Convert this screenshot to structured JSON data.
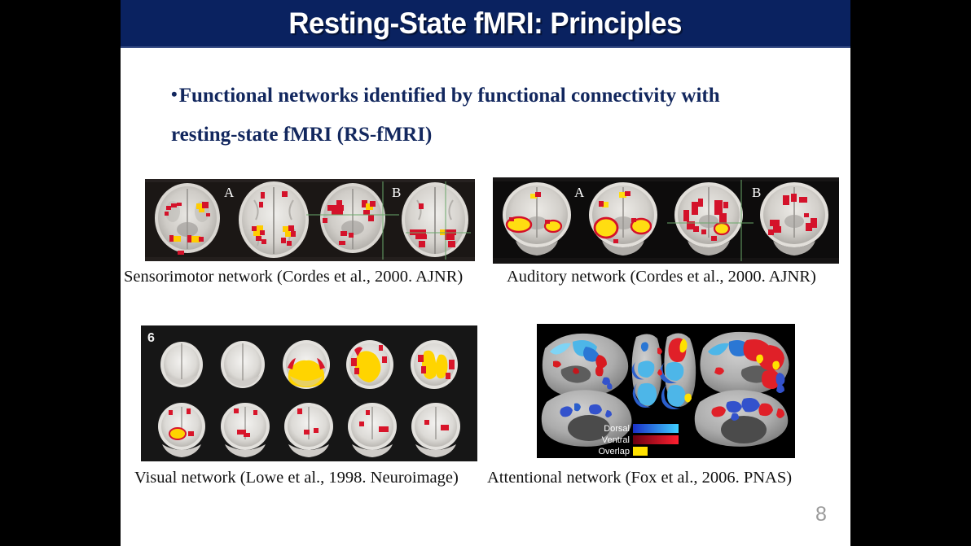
{
  "slide": {
    "title": "Resting-State fMRI: Principles",
    "page_number": "8",
    "title_bg_color": "#0a2260",
    "title_text_color": "#ffffff",
    "bullet_text_color": "#12275e",
    "slide_bg_color": "#ffffff",
    "backdrop_color": "#000000"
  },
  "bullet": {
    "marker": "•",
    "line1": "Functional networks identified by functional connectivity with",
    "line2": "resting-state fMRI (RS-fMRI)"
  },
  "figures": [
    {
      "id": "sensorimotor",
      "caption": "Sensorimotor network (Cordes et al., 2000. AJNR)",
      "panel_labels": [
        "A",
        "B"
      ],
      "slice_count": 4,
      "description": "Four grayscale MRI brain slices (two coronal, two axial) with red and yellow activation clusters, green crosshair lines on right panels",
      "activation_colors": [
        "#d4122a",
        "#ffcc00"
      ]
    },
    {
      "id": "auditory",
      "caption": "Auditory network (Cordes et al., 2000. AJNR)",
      "panel_labels": [
        "A",
        "B"
      ],
      "slice_count": 4,
      "description": "Four coronal grayscale MRI brain slices with bilateral temporal yellow and red activation clusters, green crosshair on third panel",
      "activation_colors": [
        "#d4122a",
        "#ffdd11"
      ]
    },
    {
      "id": "visual",
      "caption": "Visual network (Lowe et al., 1998. Neuroimage)",
      "corner_label": "6",
      "slice_count": 10,
      "grid": "2 rows x 5 columns",
      "description": "Ten coronal grayscale MRI brain slices on black background; top row shows large yellow occipital activation, bottom row shows small red and yellow clusters",
      "activation_colors": [
        "#ffd400",
        "#cc1322"
      ]
    },
    {
      "id": "attentional",
      "caption": "Attentional network (Fox et al., 2006. PNAS)",
      "description": "Inflated cortical surface renderings: lateral and medial views plus dorsal view, with blue dorsal-attention and red ventral-attention maps",
      "legend": [
        {
          "label": "Dorsal",
          "swatch_type": "gradient",
          "colors": [
            "#1a2fc8",
            "#3fd0ff"
          ]
        },
        {
          "label": "Ventral",
          "swatch_type": "gradient",
          "colors": [
            "#6b0010",
            "#ff2030"
          ]
        },
        {
          "label": "Overlap",
          "swatch_type": "solid",
          "colors": [
            "#ffe100"
          ]
        }
      ]
    }
  ]
}
